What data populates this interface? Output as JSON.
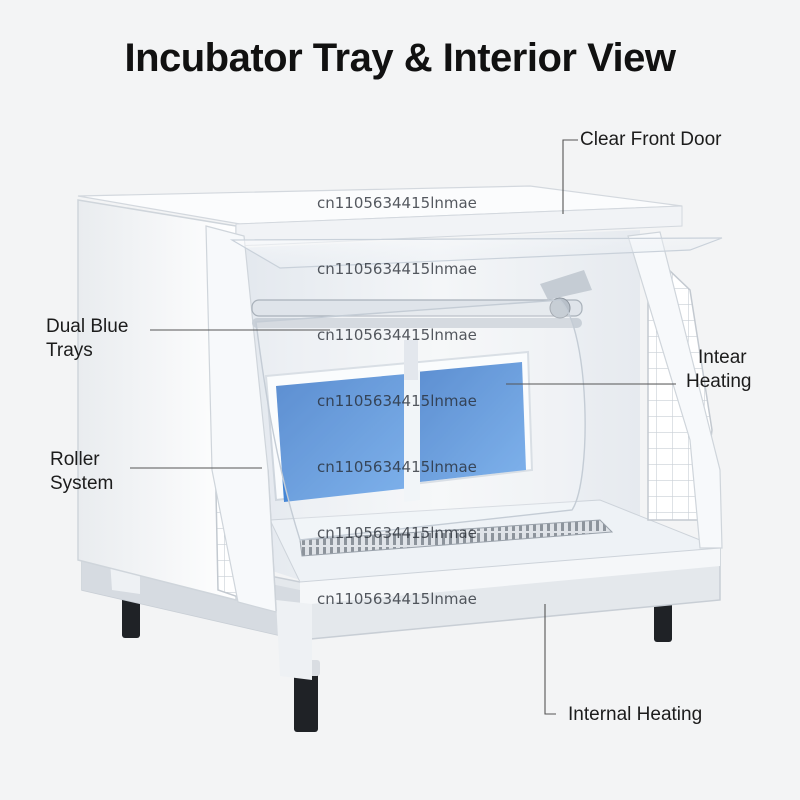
{
  "title": "Incubator Tray & Interior View",
  "labels": {
    "clear_front_door": "Clear Front Door",
    "dual_blue_trays_line1": "Dual Blue",
    "dual_blue_trays_line2": "Trays",
    "intear_heating_line1": "Intear",
    "intear_heating_line2": "Heating",
    "roller_system_line1": "Roller",
    "roller_system_line2": "System",
    "internal_heating": "Internal Heating"
  },
  "watermark": "cn1105634415lnmae",
  "colors": {
    "background": "#f3f4f5",
    "cabinet": "#ffffff",
    "tray_blue": "#3f86d8",
    "leader_line": "#555555"
  }
}
